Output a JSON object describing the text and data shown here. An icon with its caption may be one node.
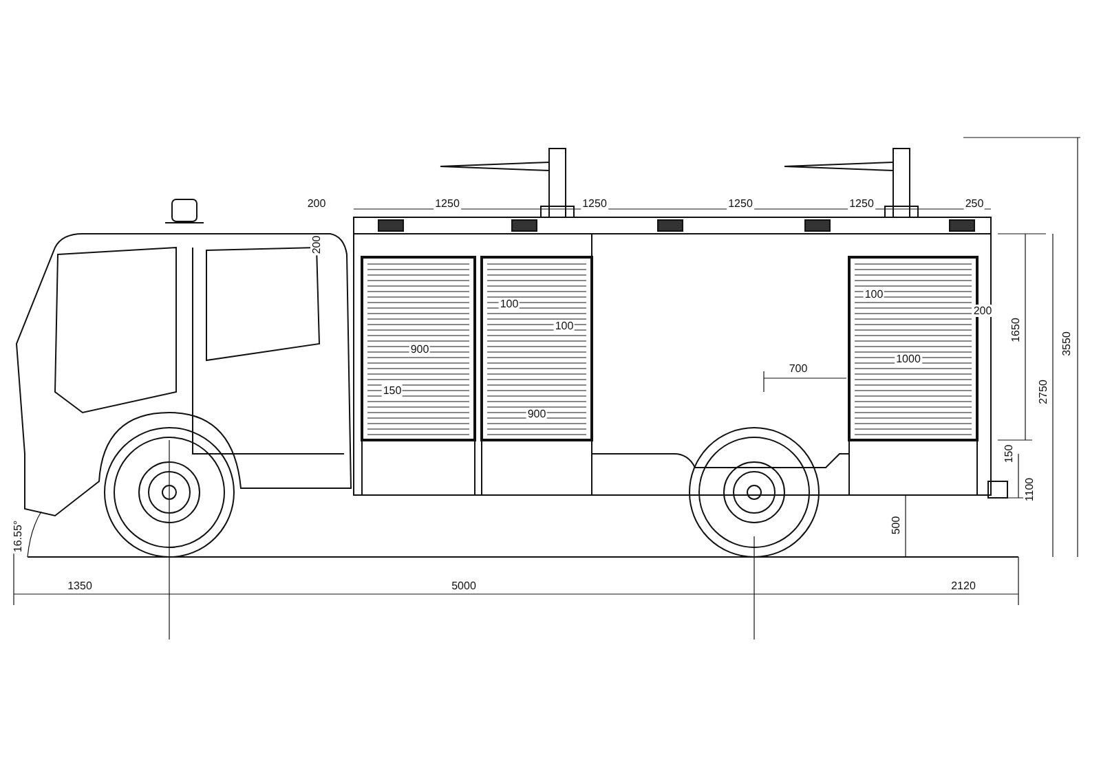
{
  "diagram": {
    "labels": [
      "200",
      "1250",
      "1250",
      "1250",
      "1250",
      "250",
      "200",
      "100",
      "100",
      "100",
      "200",
      "1650",
      "900",
      "1000",
      "3550",
      "700",
      "150",
      "2750",
      "900",
      "150",
      "1100",
      "16.55°",
      "500",
      "1350",
      "5000",
      "2120"
    ]
  }
}
